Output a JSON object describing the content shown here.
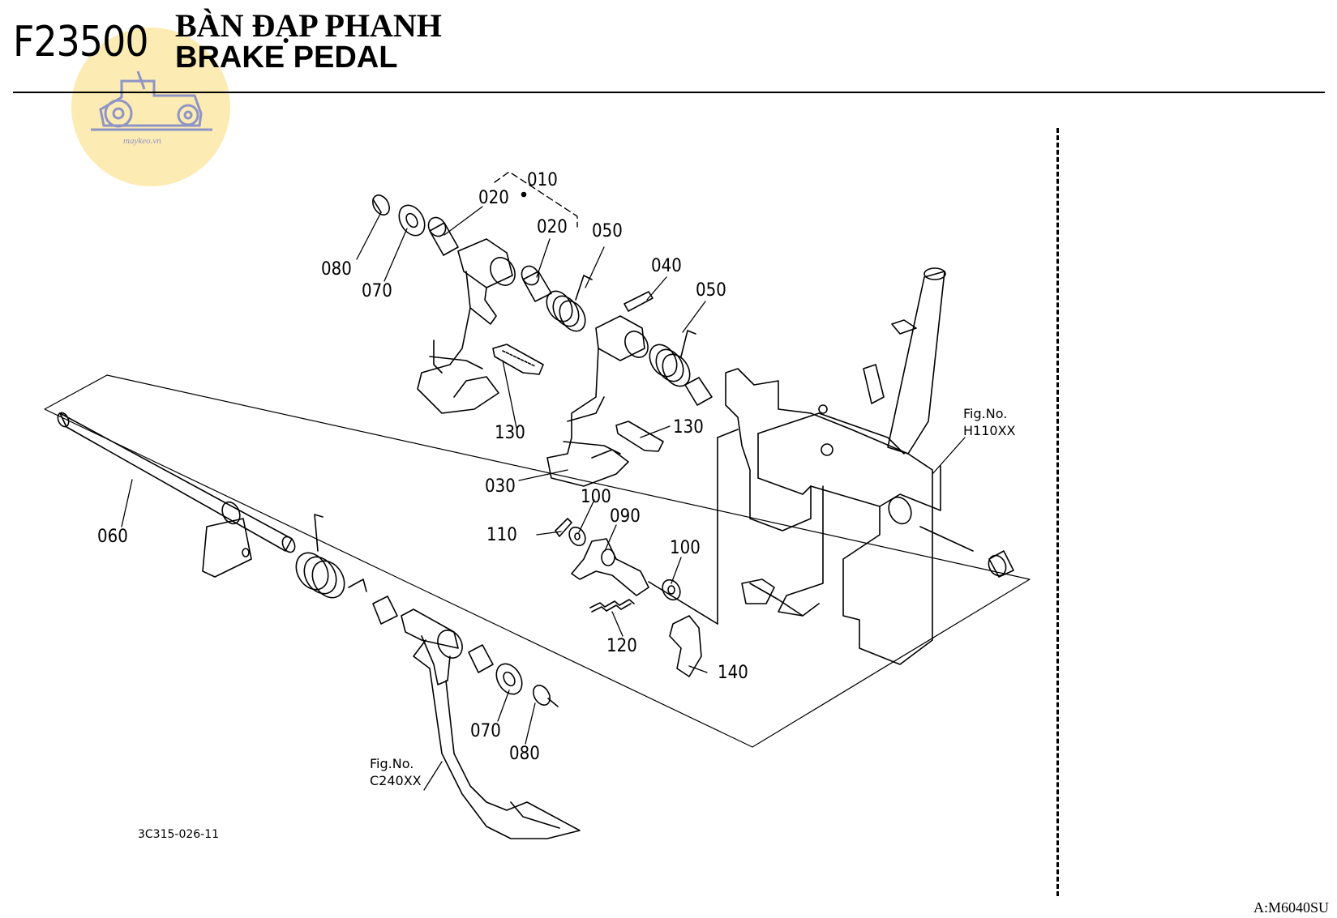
{
  "header": {
    "figure_code": "F23500",
    "title_vietnamese": "BÀN ĐẠP PHANH",
    "title_english": "BRAKE PEDAL"
  },
  "watermark": {
    "text": "maykeo.vn",
    "icon": "tractor-icon",
    "color": "#fbe7a4"
  },
  "part_labels": {
    "p010": "010",
    "p020a": "020",
    "p020b": "020",
    "p030": "030",
    "p040": "040",
    "p050a": "050",
    "p050b": "050",
    "p060": "060",
    "p070a": "070",
    "p070b": "070",
    "p080a": "080",
    "p080b": "080",
    "p090": "090",
    "p100a": "100",
    "p100b": "100",
    "p110": "110",
    "p120": "120",
    "p130a": "130",
    "p130b": "130",
    "p140": "140"
  },
  "figure_refs": {
    "h110": {
      "line1": "Fig.No.",
      "line2": "H110XX"
    },
    "c240": {
      "line1": "Fig.No.",
      "line2": "C240XX"
    }
  },
  "drawing_number": "3C315-026-11",
  "model_code": "A:M6040SU"
}
